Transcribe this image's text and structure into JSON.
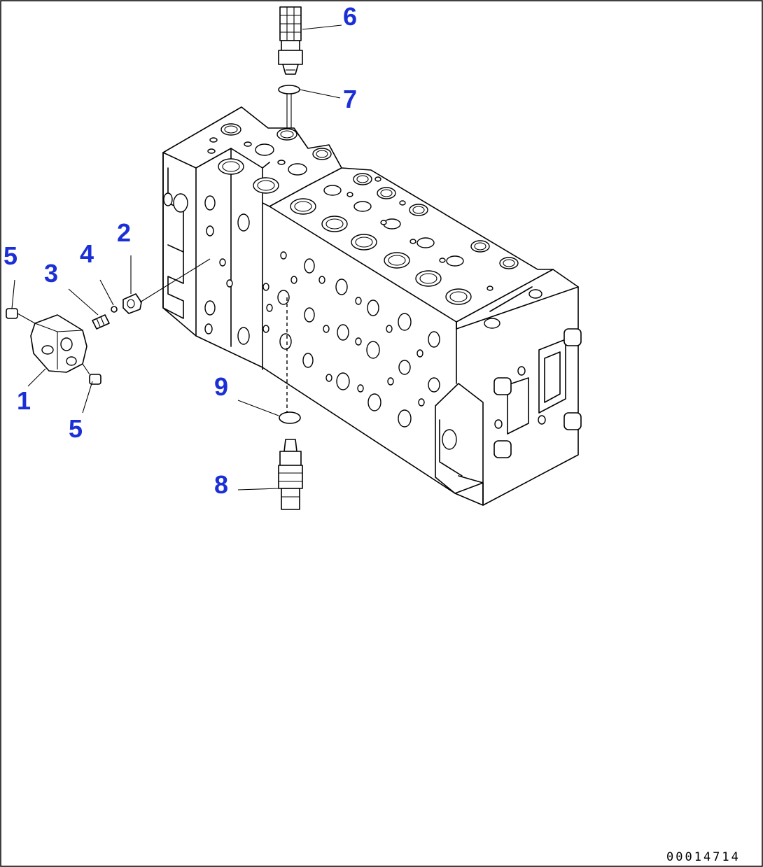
{
  "diagram": {
    "callouts": [
      {
        "id": "c1",
        "label": "1"
      },
      {
        "id": "c2",
        "label": "2"
      },
      {
        "id": "c3",
        "label": "3"
      },
      {
        "id": "c4",
        "label": "4"
      },
      {
        "id": "c5a",
        "label": "5"
      },
      {
        "id": "c5b",
        "label": "5"
      },
      {
        "id": "c6",
        "label": "6"
      },
      {
        "id": "c7",
        "label": "7"
      },
      {
        "id": "c8",
        "label": "8"
      },
      {
        "id": "c9",
        "label": "9"
      }
    ],
    "drawing_id": "00014714",
    "colors": {
      "callout": "#1b2fd6",
      "line": "#000000",
      "background": "#ffffff"
    }
  }
}
